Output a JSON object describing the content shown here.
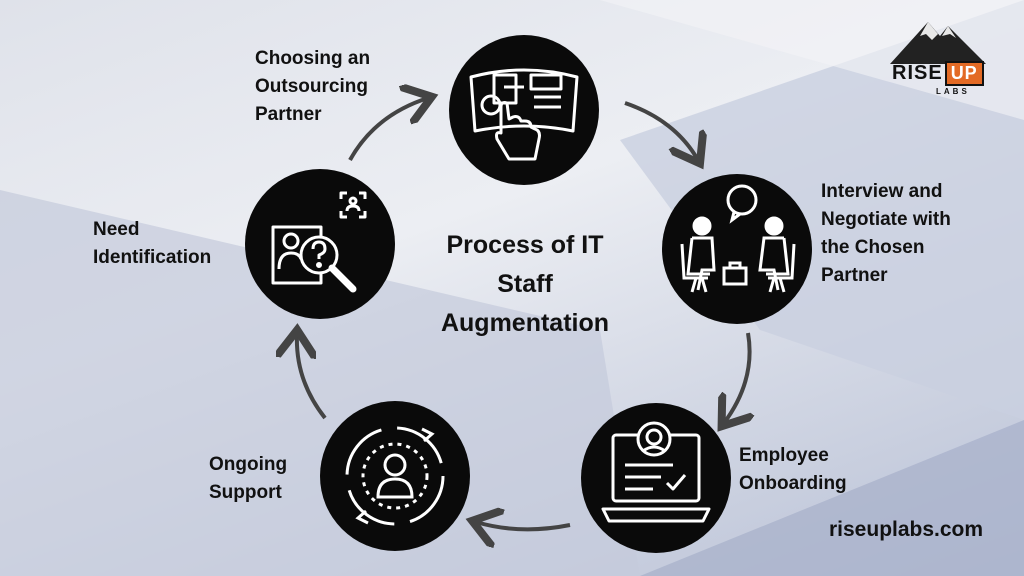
{
  "title_lines": [
    "Process of IT",
    "Staff",
    "Augmentation"
  ],
  "steps": [
    {
      "lines": [
        "Choosing an",
        "Outsourcing",
        "Partner"
      ],
      "icon": "touch-screen-icon"
    },
    {
      "lines": [
        "Interview and",
        "Negotiate with",
        "the Chosen",
        "Partner"
      ],
      "icon": "interview-icon"
    },
    {
      "lines": [
        "Employee",
        "Onboarding"
      ],
      "icon": "laptop-onboarding-icon"
    },
    {
      "lines": [
        "Ongoing",
        "Support"
      ],
      "icon": "support-cycle-icon"
    },
    {
      "lines": [
        "Need",
        "Identification"
      ],
      "icon": "search-identification-icon"
    }
  ],
  "logo": {
    "left": "RISE",
    "right": "UP",
    "sub": "LABS"
  },
  "website": "riseuplabs.com",
  "colors": {
    "node": "#0a0a0a",
    "arrow": "#444444",
    "logo_accent": "#e36a25"
  }
}
